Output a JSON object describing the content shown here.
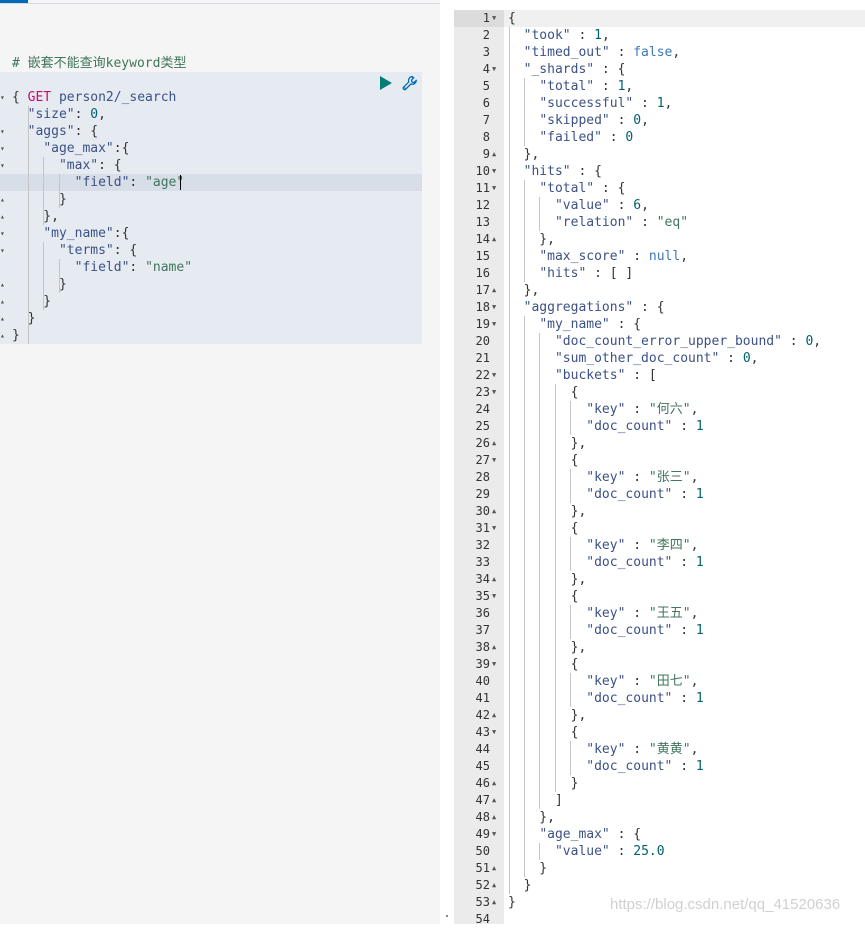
{
  "console": {
    "comment": "# 嵌套不能查询keyword类型",
    "method": "GET",
    "path": "person2/_search",
    "request_body": [
      "{",
      "  \"size\": 0,",
      "  \"aggs\": {",
      "    \"age_max\":{",
      "      \"max\": {",
      "        \"field\": \"age\"",
      "      }",
      "    },",
      "    \"my_name\":{",
      "      \"terms\": {",
      "        \"field\": \"name\"",
      "      }",
      "    }",
      "  }",
      "}"
    ]
  },
  "response": {
    "line_numbers": [
      "1",
      "2",
      "3",
      "4",
      "5",
      "6",
      "7",
      "8",
      "9",
      "10",
      "11",
      "12",
      "13",
      "14",
      "15",
      "16",
      "17",
      "18",
      "19",
      "20",
      "21",
      "22",
      "23",
      "24",
      "25",
      "26",
      "27",
      "28",
      "29",
      "30",
      "31",
      "32",
      "33",
      "34",
      "35",
      "36",
      "37",
      "38",
      "39",
      "40",
      "41",
      "42",
      "43",
      "44",
      "45",
      "46",
      "47",
      "48",
      "49",
      "50",
      "51",
      "52",
      "53",
      "54"
    ],
    "lines": [
      "{",
      "  \"took\" : 1,",
      "  \"timed_out\" : false,",
      "  \"_shards\" : {",
      "    \"total\" : 1,",
      "    \"successful\" : 1,",
      "    \"skipped\" : 0,",
      "    \"failed\" : 0",
      "  },",
      "  \"hits\" : {",
      "    \"total\" : {",
      "      \"value\" : 6,",
      "      \"relation\" : \"eq\"",
      "    },",
      "    \"max_score\" : null,",
      "    \"hits\" : [ ]",
      "  },",
      "  \"aggregations\" : {",
      "    \"my_name\" : {",
      "      \"doc_count_error_upper_bound\" : 0,",
      "      \"sum_other_doc_count\" : 0,",
      "      \"buckets\" : [",
      "        {",
      "          \"key\" : \"何六\",",
      "          \"doc_count\" : 1",
      "        },",
      "        {",
      "          \"key\" : \"张三\",",
      "          \"doc_count\" : 1",
      "        },",
      "        {",
      "          \"key\" : \"李四\",",
      "          \"doc_count\" : 1",
      "        },",
      "        {",
      "          \"key\" : \"王五\",",
      "          \"doc_count\" : 1",
      "        },",
      "        {",
      "          \"key\" : \"田七\",",
      "          \"doc_count\" : 1",
      "        },",
      "        {",
      "          \"key\" : \"黄黄\",",
      "          \"doc_count\" : 1",
      "        }",
      "      ]",
      "    },",
      "    \"age_max\" : {",
      "      \"value\" : 25.0",
      "    }",
      "  }",
      "}",
      ""
    ]
  },
  "watermark": "https://blog.csdn.net/qq_41520636",
  "colors": {
    "method": "#c80a68",
    "key": "#3c5186",
    "string": "#41755c",
    "number": "#00616e",
    "keyword": "#3e78b6",
    "play": "#017d73",
    "wrench": "#006bb4"
  },
  "icons": [
    "play-icon",
    "wrench-icon"
  ]
}
